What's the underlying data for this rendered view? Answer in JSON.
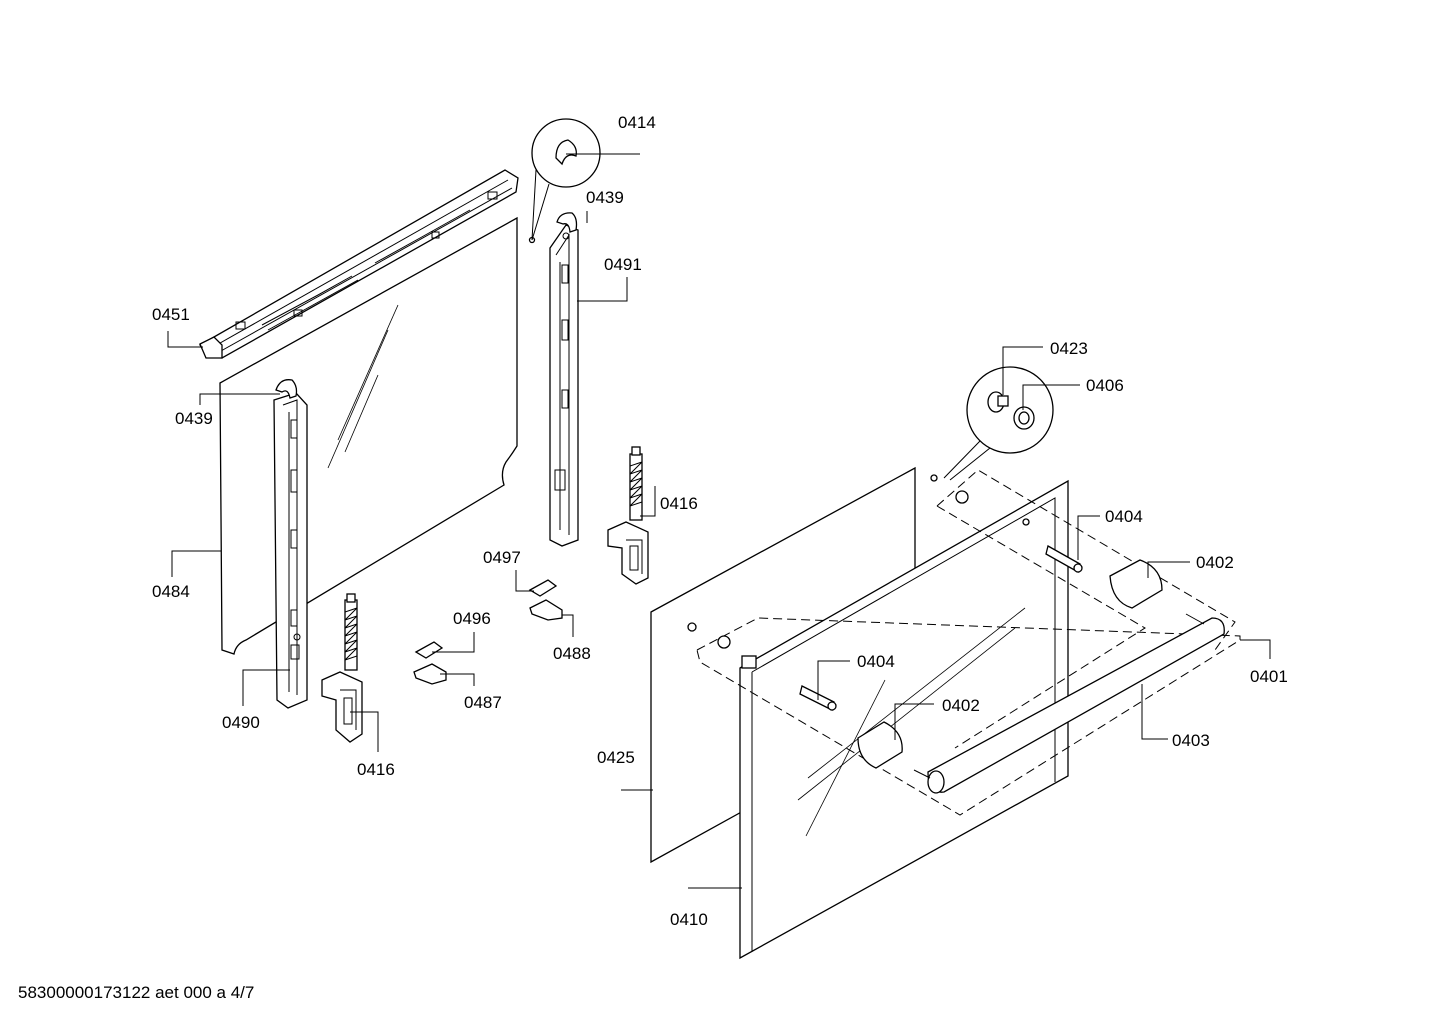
{
  "labels": {
    "l0414": "0414",
    "l0439a": "0439",
    "l0491": "0491",
    "l0451": "0451",
    "l0439b": "0439",
    "l0484": "0484",
    "l0490": "0490",
    "l0416a": "0416",
    "l0416b": "0416",
    "l0497": "0497",
    "l0488": "0488",
    "l0496": "0496",
    "l0487": "0487",
    "l0423": "0423",
    "l0406": "0406",
    "l0404a": "0404",
    "l0402a": "0402",
    "l0401": "0401",
    "l0403": "0403",
    "l0404b": "0404",
    "l0402b": "0402",
    "l0425": "0425",
    "l0410": "0410"
  },
  "footer": "58300000173122 aet 000 a 4/7"
}
